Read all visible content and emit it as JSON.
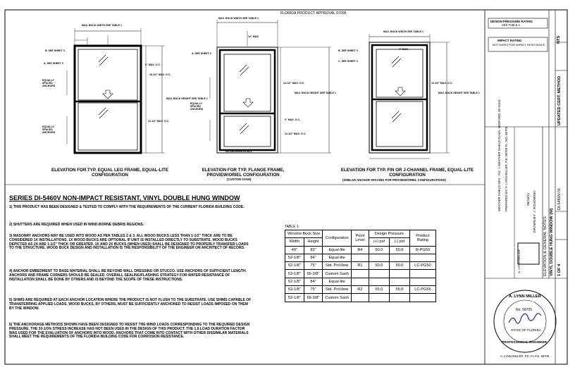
{
  "header_label": "FLORIDA PRODUCT APPROVAL 07096",
  "elevations": [
    {
      "caption": "ELEVATION FOR TYP. EQUAL LEG FRAME, EQUAL-LITE CONFIGURATION",
      "subcaption": ""
    },
    {
      "caption": "ELEVATION FOR TYP. FLANGE FRAME, PROVIEW/ORIEL CONFIGURATION",
      "subcaption": "(CUSTOM SASH)"
    },
    {
      "caption": "ELEVATION FOR TYP. FIN OR J-CHANNEL FRAME, EQUAL-LITE CONFIGURATION",
      "subcaption": "(SIMILAR ANCHOR SPACING FOR PROVIEW/ORIEL CONFIGURATIONS)"
    }
  ],
  "dim_labels": {
    "max_buck_width": "MAX. BUCK WIDTH SEE TABLE 1",
    "max_buck_height": "MAX. BUCK HEIGHT SEE TABLE 1",
    "max_oc_6": "6\" MAX. O.C.",
    "max_oc_12": "12-1/2\" MAX. O.C.",
    "max_oc_16": "16-1/2\" MAX. O.C.",
    "max_oc_4": "4\" MAX.",
    "max_12": "12\" MAX.",
    "equally_spaced": "EQUALLY SPACED ANCHORS",
    "sheet_a": "A, SEE SHEET 3",
    "sheet_b": "B, SEE SHEET 3",
    "sheet_c": "C, SEE SHEET 3",
    "no_anchors": "NO ANCHORS IN SILL",
    "x_mark": "X"
  },
  "series_title": "SERIES DI-5460V NON-IMPACT RESISTANT, VINYL DOUBLE HUNG WINDOW",
  "notes": [
    "1) THIS PRODUCT HAS BEEN DESIGNED & TESTED TO COMPLY WITH THE REQUIREMENTS OF THE CURRENT FLORIDA BUILDING CODE.",
    "2) SHUTTERS ARE REQUIRED WHEN USED IN WIND-BORNE DEBRIS REGIONS.",
    "3) MASONRY ANCHORS MAY BE USED INTO WOOD AS PER TABLES 2 & 3. ALL WOOD BUCKS LESS THAN 1-1/2\" THICK ARE TO BE CONSIDERED 1X INSTALLATIONS. 1X WOOD BUCKS ARE OPTIONAL IF UNIT IS INSTALLED DIRECTLY TO SUBSTRATE. WOOD BUCKS DEPICTED AS 2X ARE 1-1/2\" THICK OR GREATER. 1X AND 2X BUCKS (WHEN USED) SHALL BE DESIGNED TO PROPERLY TRANSFER LOADS TO THE STRUCTURE. WOOD BUCK DESIGN AND INSTALLATION IS THE RESPONSIBILITY OF THE ENGINEER OR ARCHITECT OF RECORD.",
    "4) ANCHOR EMBEDMENT TO BASE MATERIAL SHALL BE BEYOND WALL DRESSING OR STUCCO. USE ANCHORS OF SUFFICIENT LENGTH. ANCHORS AND FRAME CORNERS SHOULD BE SEALED. OVERALL SEALING/FLASHING STRATEGY FOR WATER RESISTANCE OF INSTALLATION SHALL BE DONE BY OTHERS AND IS BEYOND THE SCOPE OF THESE INSTRUCTIONS.",
    "5) SHIMS ARE REQUIRED AT EACH ANCHOR LOCATION WHERE THE PRODUCT IS NOT FLUSH TO THE SUBSTRATE. USE SHIMS CAPABLE OF TRANSFERRING APPLIED LOADS. WOOD BUCKS, BY OTHERS, MUST BE SUFFICIENTLY ANCHORED TO RESIST LOADS IMPOSED ON THEM BY THE WINDOW.",
    "6) THE ANCHORAGE METHODS SHOWN HAVE BEEN DESIGNED TO RESIST THE WIND LOADS CORRESPONDING TO THE REQUIRED DESIGN PRESSURE. THE 33-1/3% STRESS INCREASE HAS NOT BEEN USED IN THE DESIGN OF THIS PRODUCT. THE 1.6 LOAD DURATION FACTOR WAS USED FOR THE EVALUATION OF ANCHORS INTO WOOD. ANCHORS THAT COME INTO CONTACT WITH OTHER DISSIMILAR MATERIALS SHALL MEET THE REQUIREMENTS OF THE FLORIDA BUILDING CODE FOR CORROSION RESISTANCE."
  ],
  "table": {
    "label": "TABLE 1:",
    "head_buck": "Window Buck Size",
    "head_width": "Width",
    "head_height": "Height",
    "head_config": "Configuration",
    "head_point": "Point Level",
    "head_dp": "Design Pressure",
    "head_pos": "(+) psf",
    "head_neg": "(-) psf",
    "head_rating": "Product Rating",
    "rows": [
      {
        "width": "40\"",
        "height": "83\"",
        "config": "Equal-lite",
        "point": "R4",
        "pos": "50.0",
        "neg": "50.0",
        "rating": "R-PG50"
      },
      {
        "width": "52-1/8\"",
        "height": "84\"",
        "config": "Equal-lite",
        "point": "",
        "pos": "",
        "neg": "",
        "rating": ""
      },
      {
        "width": "52-1/8\"",
        "height": "75\"",
        "config": "Std. ProView",
        "point": "R1",
        "pos": "50.0",
        "neg": "50.0",
        "rating": "LC-PG50"
      },
      {
        "width": "52-1/8\"",
        "height": "66-3/8\"",
        "config": "Custom Sash",
        "point": "",
        "pos": "",
        "neg": "",
        "rating": ""
      },
      {
        "width": "52-1/8\"",
        "height": "84\"",
        "config": "Equal-lite",
        "point": "",
        "pos": "",
        "neg": "",
        "rating": ""
      },
      {
        "width": "52-1/8\"",
        "height": "75\"",
        "config": "Std. ProView",
        "point": "R2",
        "pos": "55.0",
        "neg": "55.0",
        "rating": "LC-PG55"
      },
      {
        "width": "52-1/8\"",
        "height": "66-3/8\"",
        "config": "Custom Sash",
        "point": "",
        "pos": "",
        "neg": "",
        "rating": ""
      }
    ]
  },
  "title_block": {
    "design_pressure_label": "DESIGN PRESSURE RATING",
    "design_pressure_value": "SEE TABLE 1",
    "impact_label": "IMPACT RATING",
    "impact_value": "NOT RATED FOR IMPACT RESISTANCE",
    "revision": "UPDATED CERT. METHOD",
    "drawing_title": "VINYL DOUBLE HUNG WINDOW (NI)",
    "drawing_subtitle": "ELEVATION & GENERAL NOTES",
    "drawn_by": "A. LYNN MILLER",
    "checked_by": "DRAWN BY: J. ROSOWSKI",
    "date": "08/18/11",
    "dwg_no": "DI-5460V-NI",
    "sheet": "1 OF 4",
    "scale": "NTS",
    "engineer_block": "PREPARED BY: A. LYNN MILLER, P.E. 58705 FL, NO. 58705",
    "company": "WEATHER SHIELD MFG., INC. 1 WEATHER SHIELD PLAZA, MEDFORD, WI 54451",
    "seal_name": "A. LYNN MILLER",
    "seal_license": "No. 58705",
    "seal_state": "STATE OF FLORIDA",
    "seal_text": "PROFESSIONAL ENGINEER",
    "seal_footer": "A. LYNN MILLER, P.E. FL P.E. 58705"
  }
}
